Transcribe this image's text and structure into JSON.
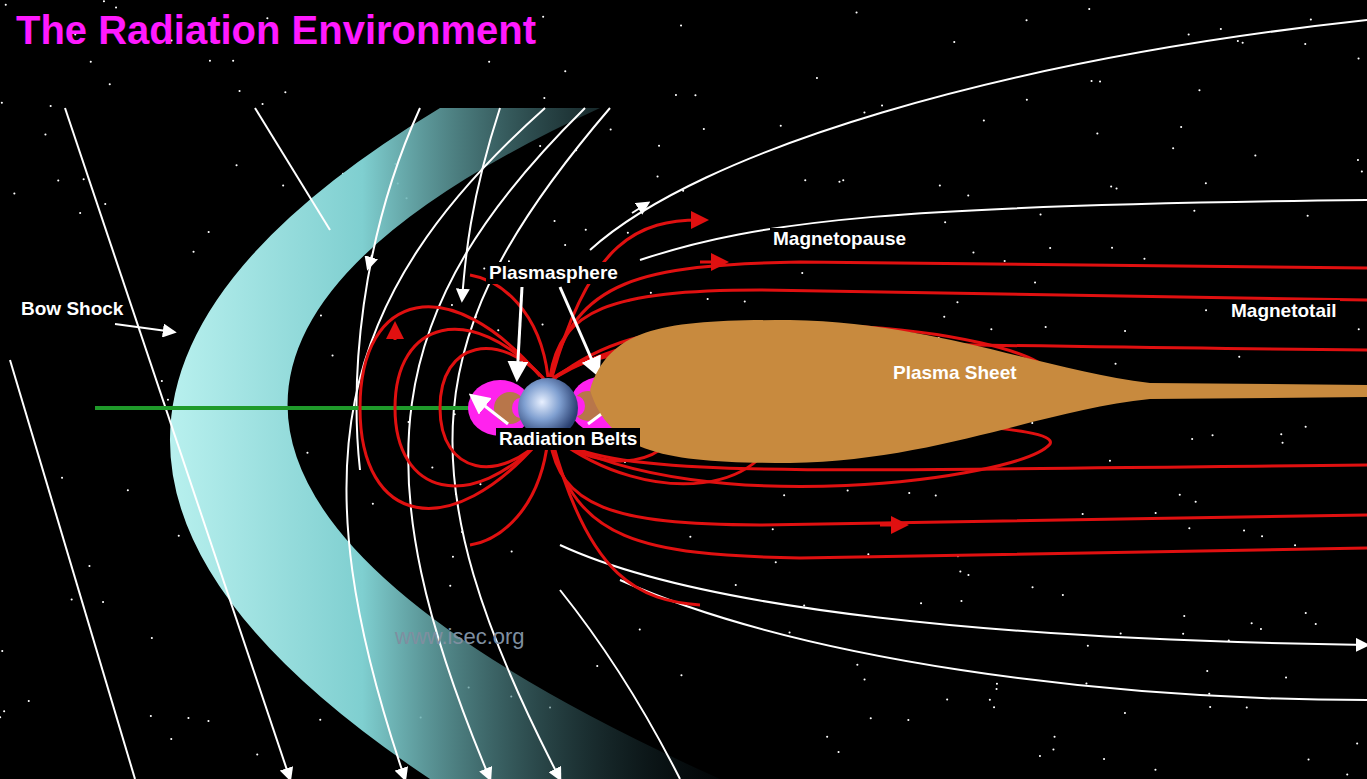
{
  "diagram": {
    "title": "The Radiation Environment",
    "nodes": [
      {
        "text": [
          "Plasma Sheet"
        ]
      }
    ],
    "labels": [
      "Bow Shock",
      "Magnetopause",
      "Plasmasphere",
      "Magnetotail",
      "Radiation Belts",
      "www.isec.org"
    ]
  }
}
